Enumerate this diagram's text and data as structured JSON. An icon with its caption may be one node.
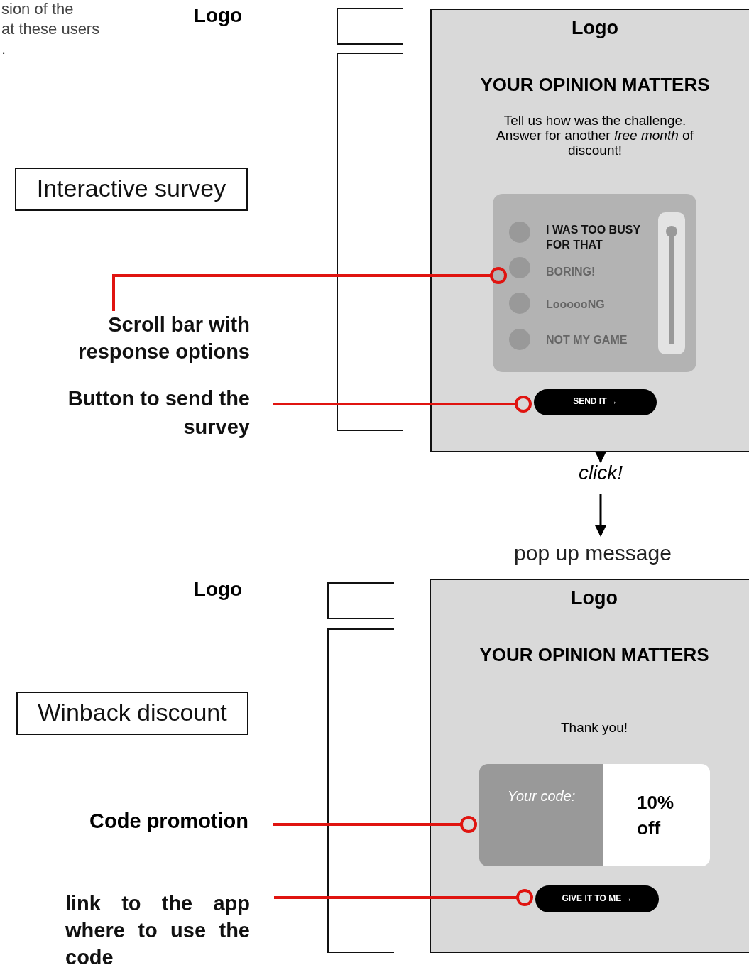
{
  "diagram": {
    "nodes": [
      {
        "text": [
          "Interactive survey"
        ]
      },
      {
        "text": [
          "Logo",
          "YOUR OPINION MATTERS",
          "Tell us how was the challenge. Answer for another *free month* of discount!"
        ]
      },
      {
        "text": [
          "I WAS TOO BUSY FOR THAT",
          "BORING!",
          "LoooooNG",
          "NOT MY GAME"
        ],
        "in": 1
      },
      {
        "text": [],
        "shape": "circle",
        "in": 2
      },
      {
        "text": [
          "SEND IT →"
        ],
        "in": 1
      },
      {
        "text": [
          "Scroll bar with response options"
        ]
      },
      {
        "text": [
          "Button to send the survey"
        ]
      },
      {
        "text": [
          "click!"
        ]
      },
      {
        "text": [
          "pop up message"
        ]
      },
      {
        "text": [
          "Winback discount"
        ]
      },
      {
        "text": [
          "Logo",
          "YOUR OPINION MATTERS",
          "Thank you!"
        ]
      },
      {
        "text": [
          "Your code:",
          "10% off"
        ],
        "in": 10
      },
      {
        "text": [
          "GIVE IT TO ME →"
        ],
        "in": 10
      },
      {
        "text": [
          "Code promotion"
        ]
      },
      {
        "text": [
          "link to the app where to use the code"
        ]
      }
    ],
    "edges": [
      {
        "from": 5,
        "to": 3,
        "arrow": "other"
      },
      {
        "from": 6,
        "to": 4,
        "arrow": "other"
      },
      {
        "from": 1,
        "to": 7,
        "arrow": "to",
        "color": "#000000"
      },
      {
        "from": 7,
        "to": 8,
        "arrow": "to",
        "color": "#000000"
      },
      {
        "from": 13,
        "to": 11,
        "arrow": "other"
      },
      {
        "from": 14,
        "to": 12,
        "arrow": "other"
      }
    ],
    "labels": [
      "sion of the",
      "at these users",
      ".",
      "Logo",
      "Logo"
    ]
  }
}
